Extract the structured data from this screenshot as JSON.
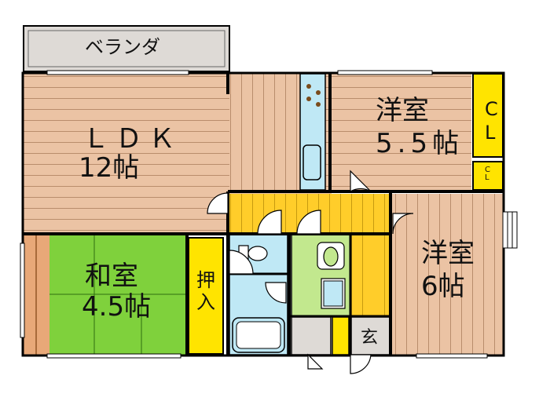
{
  "rooms": {
    "veranda": "ベランダ",
    "ldk_name": "ＬＤＫ",
    "ldk_size": "12帖",
    "western1_name": "洋室",
    "western1_size": "5.5帖",
    "closet1": "CL",
    "closet2": "CL",
    "western2_name": "洋室",
    "western2_size": "6帖",
    "japanese_name": "和室",
    "japanese_size": "4.5帖",
    "oshiire": "押入",
    "entrance": "玄"
  },
  "colors": {
    "wood": "#e8c3a3",
    "wood_line": "#b98d6c",
    "floor_warm": "#f0c9aa",
    "tatami": "#7fd13c",
    "yellow": "#ffe400",
    "corridor": "#ffcc26",
    "water": "#bfe8f5",
    "toilet_room": "#c2e88e",
    "veranda": "#dedad6",
    "wall": "#000000"
  },
  "icons": [
    "door-swing-icon",
    "bathtub-icon",
    "toilet-icon",
    "sink-icon",
    "stove-icon",
    "window-icon"
  ]
}
